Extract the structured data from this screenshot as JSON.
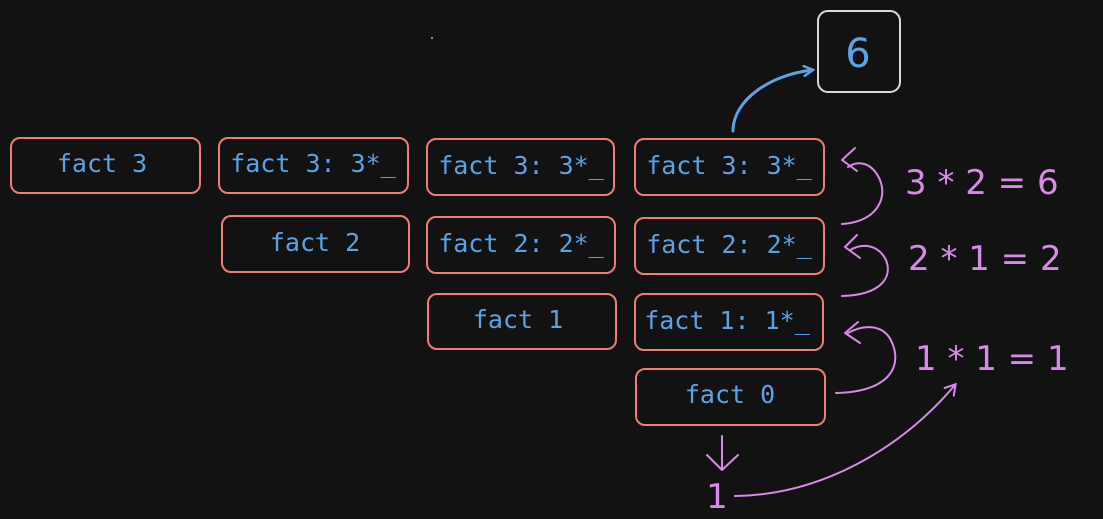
{
  "colors": {
    "background": "#121212",
    "box_stroke": "#f07c76",
    "text": "#5aa3e6",
    "annotation": "#d88ae8",
    "result_stroke": "#d9d9d9",
    "arrow_result": "#5aa3e6"
  },
  "columns": [
    {
      "frames": [
        "fact 3"
      ]
    },
    {
      "frames": [
        "fact 3: 3*_",
        "fact 2"
      ]
    },
    {
      "frames": [
        "fact 3: 3*_",
        "fact 2: 2*_",
        "fact 1"
      ]
    },
    {
      "frames": [
        "fact 3: 3*_",
        "fact 2: 2*_",
        "fact 1: 1*_",
        "fact 0"
      ]
    }
  ],
  "base_value": "1",
  "annotations": [
    "3 * 2 = 6",
    "2 * 1 = 2",
    "1 * 1 = 1"
  ],
  "result": "6"
}
